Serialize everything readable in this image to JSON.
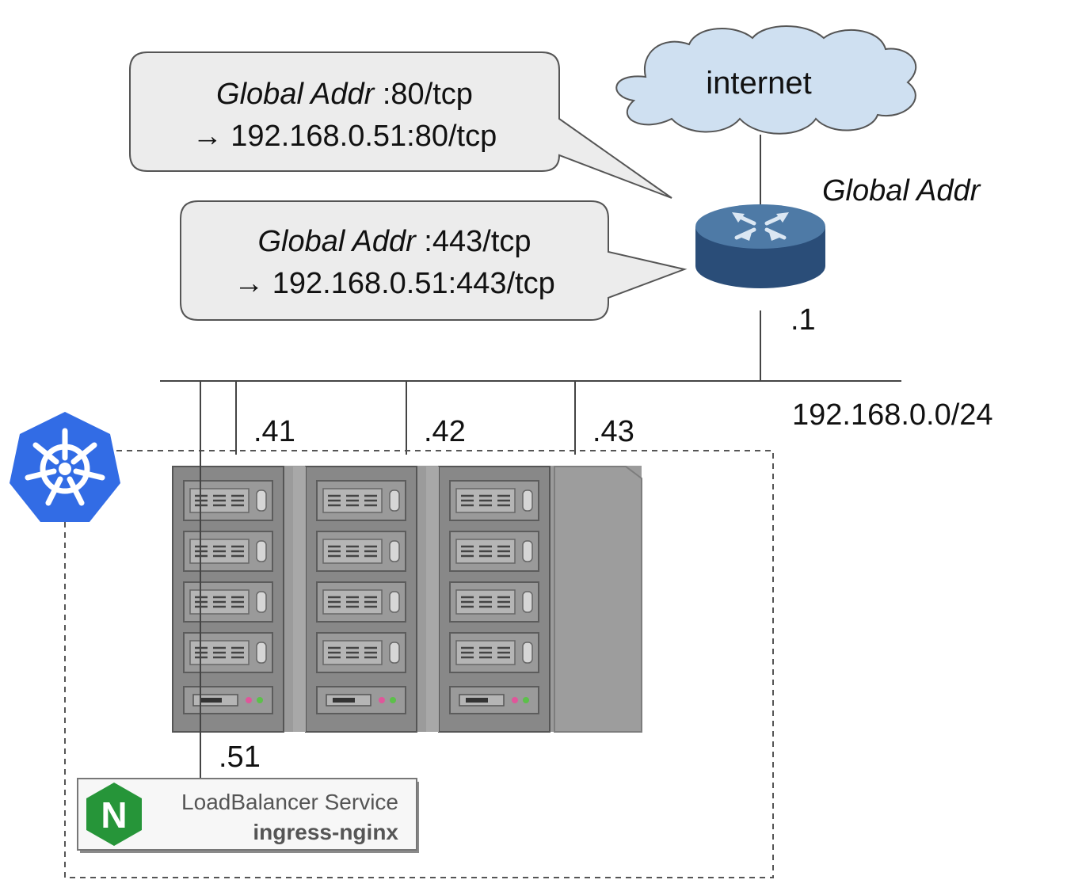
{
  "internet": {
    "label": "internet"
  },
  "router": {
    "global_label": "Global Addr",
    "lan_suffix": ".1"
  },
  "callouts": [
    {
      "global": "Global Addr",
      "port": " :80/tcp",
      "target": "→ 192.168.0.51:80/tcp"
    },
    {
      "global": "Global Addr",
      "port": " :443/tcp",
      "target": "→ 192.168.0.51:443/tcp"
    }
  ],
  "network": {
    "subnet": "192.168.0.0/24"
  },
  "nodes": [
    {
      "suffix": ".41"
    },
    {
      "suffix": ".42"
    },
    {
      "suffix": ".43"
    }
  ],
  "service": {
    "ip_suffix": ".51",
    "type_label": "LoadBalancer Service",
    "name": "ingress-nginx",
    "logo_letter": "N"
  },
  "colors": {
    "cloud_fill": "#cfe0f1",
    "router_top": "#4e7aa6",
    "router_side": "#2a4d78",
    "callout_fill": "#ececec",
    "k8s_blue": "#326ce5",
    "nginx_green": "#269539",
    "server_gray": "#8c8c8c"
  }
}
